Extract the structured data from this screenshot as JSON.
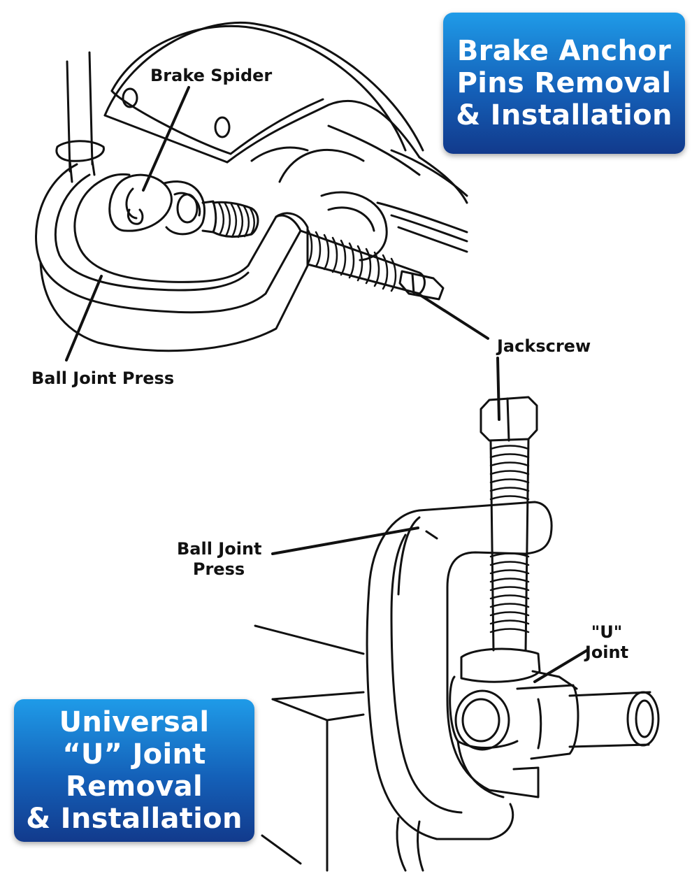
{
  "title_top": {
    "lines": [
      "Brake Anchor",
      "Pins Removal",
      "& Installation"
    ],
    "gradient_top": "#1f9be8",
    "gradient_bottom": "#123a8c",
    "text_color": "#ffffff"
  },
  "title_bottom": {
    "lines": [
      "Universal",
      "“U”  Joint",
      "Removal",
      "& Installation"
    ],
    "gradient_top": "#1f9be8",
    "gradient_bottom": "#123a8c",
    "text_color": "#ffffff"
  },
  "callouts": {
    "brake_spider": "Brake Spider",
    "ball_joint_press_top": "Ball Joint Press",
    "jackscrew": "Jackscrew",
    "ball_joint_press_bottom": [
      "Ball Joint",
      "Press"
    ],
    "u_joint": [
      "\"U\"",
      "Joint"
    ]
  },
  "illustrations": {
    "top": "brake-anchor-press-drawing",
    "bottom": "u-joint-press-drawing"
  }
}
